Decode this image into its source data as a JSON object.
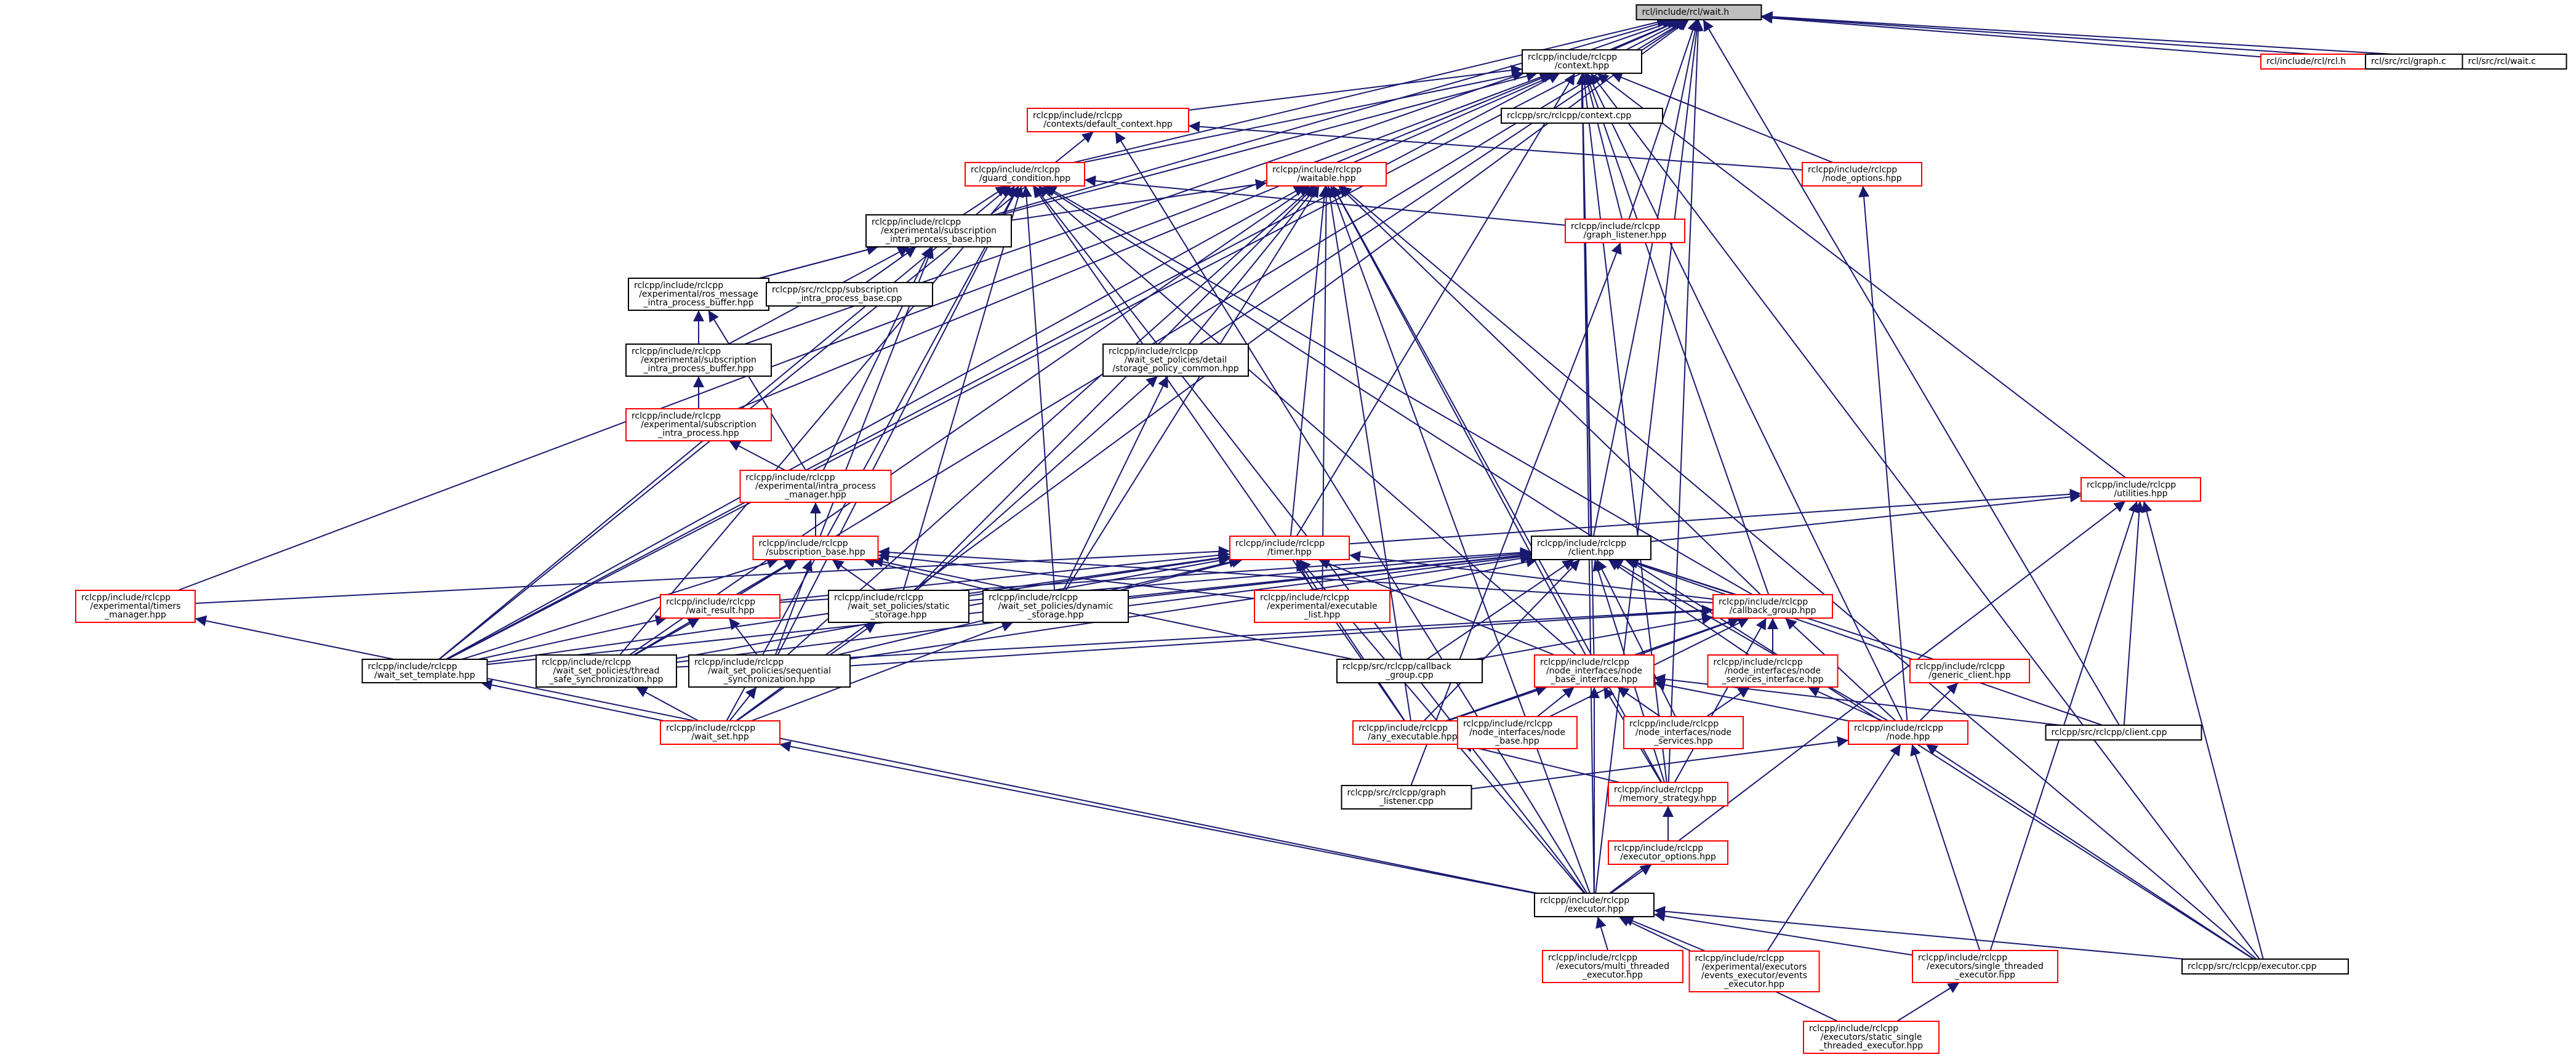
{
  "diagram": {
    "colors": {
      "edge": "#191970",
      "red_border": "#ff0000",
      "black_border": "#000000",
      "root_fill": "#bfbfbf"
    },
    "nodes": [
      {
        "id": "wait_h",
        "lines": [
          "rcl/include/rcl/wait.h"
        ],
        "style": "root"
      },
      {
        "id": "rcl_h",
        "lines": [
          "rcl/include/rcl/rcl.h"
        ],
        "style": "red"
      },
      {
        "id": "graph_c",
        "lines": [
          "rcl/src/rcl/graph.c"
        ],
        "style": "black"
      },
      {
        "id": "wait_c",
        "lines": [
          "rcl/src/rcl/wait.c"
        ],
        "style": "black"
      },
      {
        "id": "context_hpp",
        "lines": [
          "rclcpp/include/rclcpp",
          "/context.hpp"
        ],
        "style": "black"
      },
      {
        "id": "context_cpp",
        "lines": [
          "rclcpp/src/rclcpp/context.cpp"
        ],
        "style": "black"
      },
      {
        "id": "default_context",
        "lines": [
          "rclcpp/include/rclcpp",
          "/contexts/default_context.hpp"
        ],
        "style": "red"
      },
      {
        "id": "guard_condition",
        "lines": [
          "rclcpp/include/rclcpp",
          "/guard_condition.hpp"
        ],
        "style": "red"
      },
      {
        "id": "waitable",
        "lines": [
          "rclcpp/include/rclcpp",
          "/waitable.hpp"
        ],
        "style": "red"
      },
      {
        "id": "node_options",
        "lines": [
          "rclcpp/include/rclcpp",
          "/node_options.hpp"
        ],
        "style": "red"
      },
      {
        "id": "graph_listener_hpp",
        "lines": [
          "rclcpp/include/rclcpp",
          "/graph_listener.hpp"
        ],
        "style": "red"
      },
      {
        "id": "sub_intra_base",
        "lines": [
          "rclcpp/include/rclcpp",
          "/experimental/subscription",
          "_intra_process_base.hpp"
        ],
        "style": "black"
      },
      {
        "id": "ros_msg_buffer",
        "lines": [
          "rclcpp/include/rclcpp",
          "/experimental/ros_message",
          "_intra_process_buffer.hpp"
        ],
        "style": "black"
      },
      {
        "id": "sub_intra_base_cpp",
        "lines": [
          "rclcpp/src/rclcpp/subscription",
          "_intra_process_base.cpp"
        ],
        "style": "black"
      },
      {
        "id": "sub_intra_buffer",
        "lines": [
          "rclcpp/include/rclcpp",
          "/experimental/subscription",
          "_intra_process_buffer.hpp"
        ],
        "style": "black"
      },
      {
        "id": "storage_policy",
        "lines": [
          "rclcpp/include/rclcpp",
          "/wait_set_policies/detail",
          "/storage_policy_common.hpp"
        ],
        "style": "black"
      },
      {
        "id": "sub_intra",
        "lines": [
          "rclcpp/include/rclcpp",
          "/experimental/subscription",
          "_intra_process.hpp"
        ],
        "style": "red"
      },
      {
        "id": "intra_manager",
        "lines": [
          "rclcpp/include/rclcpp",
          "/experimental/intra_process",
          "_manager.hpp"
        ],
        "style": "red"
      },
      {
        "id": "utilities",
        "lines": [
          "rclcpp/include/rclcpp",
          "/utilities.hpp"
        ],
        "style": "red"
      },
      {
        "id": "subscription_base",
        "lines": [
          "rclcpp/include/rclcpp",
          "/subscription_base.hpp"
        ],
        "style": "red"
      },
      {
        "id": "timer",
        "lines": [
          "rclcpp/include/rclcpp",
          "/timer.hpp"
        ],
        "style": "red"
      },
      {
        "id": "client_hpp",
        "lines": [
          "rclcpp/include/rclcpp",
          "/client.hpp"
        ],
        "style": "black"
      },
      {
        "id": "timers_manager",
        "lines": [
          "rclcpp/include/rclcpp",
          "/experimental/timers",
          "_manager.hpp"
        ],
        "style": "red"
      },
      {
        "id": "wait_result",
        "lines": [
          "rclcpp/include/rclcpp",
          "/wait_result.hpp"
        ],
        "style": "red"
      },
      {
        "id": "static_storage",
        "lines": [
          "rclcpp/include/rclcpp",
          "/wait_set_policies/static",
          "_storage.hpp"
        ],
        "style": "black"
      },
      {
        "id": "dynamic_storage",
        "lines": [
          "rclcpp/include/rclcpp",
          "/wait_set_policies/dynamic",
          "_storage.hpp"
        ],
        "style": "black"
      },
      {
        "id": "exec_list",
        "lines": [
          "rclcpp/include/rclcpp",
          "/experimental/executable",
          "_list.hpp"
        ],
        "style": "red"
      },
      {
        "id": "callback_group_hpp",
        "lines": [
          "rclcpp/include/rclcpp",
          "/callback_group.hpp"
        ],
        "style": "red"
      },
      {
        "id": "wait_set_template",
        "lines": [
          "rclcpp/include/rclcpp",
          "/wait_set_template.hpp"
        ],
        "style": "black"
      },
      {
        "id": "thread_safe",
        "lines": [
          "rclcpp/include/rclcpp",
          "/wait_set_policies/thread",
          "_safe_synchronization.hpp"
        ],
        "style": "black"
      },
      {
        "id": "sequential",
        "lines": [
          "rclcpp/include/rclcpp",
          "/wait_set_policies/sequential",
          "_synchronization.hpp"
        ],
        "style": "black"
      },
      {
        "id": "callback_group_cpp",
        "lines": [
          "rclcpp/src/rclcpp/callback",
          "_group.cpp"
        ],
        "style": "black"
      },
      {
        "id": "node_base_if",
        "lines": [
          "rclcpp/include/rclcpp",
          "/node_interfaces/node",
          "_base_interface.hpp"
        ],
        "style": "red"
      },
      {
        "id": "node_services_if",
        "lines": [
          "rclcpp/include/rclcpp",
          "/node_interfaces/node",
          "_services_interface.hpp"
        ],
        "style": "red"
      },
      {
        "id": "generic_client",
        "lines": [
          "rclcpp/include/rclcpp",
          "/generic_client.hpp"
        ],
        "style": "red"
      },
      {
        "id": "wait_set",
        "lines": [
          "rclcpp/include/rclcpp",
          "/wait_set.hpp"
        ],
        "style": "red"
      },
      {
        "id": "any_executable",
        "lines": [
          "rclcpp/include/rclcpp",
          "/any_executable.hpp"
        ],
        "style": "red"
      },
      {
        "id": "node_base",
        "lines": [
          "rclcpp/include/rclcpp",
          "/node_interfaces/node",
          "_base.hpp"
        ],
        "style": "red"
      },
      {
        "id": "node_services",
        "lines": [
          "rclcpp/include/rclcpp",
          "/node_interfaces/node",
          "_services.hpp"
        ],
        "style": "red"
      },
      {
        "id": "node_hpp",
        "lines": [
          "rclcpp/include/rclcpp",
          "/node.hpp"
        ],
        "style": "red"
      },
      {
        "id": "client_cpp",
        "lines": [
          "rclcpp/src/rclcpp/client.cpp"
        ],
        "style": "black"
      },
      {
        "id": "graph_listener_cpp",
        "lines": [
          "rclcpp/src/rclcpp/graph",
          "_listener.cpp"
        ],
        "style": "black"
      },
      {
        "id": "memory_strategy",
        "lines": [
          "rclcpp/include/rclcpp",
          "/memory_strategy.hpp"
        ],
        "style": "red"
      },
      {
        "id": "executor_options",
        "lines": [
          "rclcpp/include/rclcpp",
          "/executor_options.hpp"
        ],
        "style": "red"
      },
      {
        "id": "executor_hpp",
        "lines": [
          "rclcpp/include/rclcpp",
          "/executor.hpp"
        ],
        "style": "black"
      },
      {
        "id": "multi_threaded",
        "lines": [
          "rclcpp/include/rclcpp",
          "/executors/multi_threaded",
          "_executor.hpp"
        ],
        "style": "red"
      },
      {
        "id": "events_executor",
        "lines": [
          "rclcpp/include/rclcpp",
          "/experimental/executors",
          "/events_executor/events",
          "_executor.hpp"
        ],
        "style": "red"
      },
      {
        "id": "single_threaded",
        "lines": [
          "rclcpp/include/rclcpp",
          "/executors/single_threaded",
          "_executor.hpp"
        ],
        "style": "red"
      },
      {
        "id": "executor_cpp",
        "lines": [
          "rclcpp/src/rclcpp/executor.cpp"
        ],
        "style": "black"
      },
      {
        "id": "static_single",
        "lines": [
          "rclcpp/include/rclcpp",
          "/executors/static_single",
          "_threaded_executor.hpp"
        ],
        "style": "red"
      }
    ],
    "edges": [
      [
        "wait_h",
        "rcl_h"
      ],
      [
        "wait_h",
        "graph_c"
      ],
      [
        "wait_h",
        "wait_c"
      ],
      [
        "wait_h",
        "context_hpp"
      ],
      [
        "wait_h",
        "guard_condition"
      ],
      [
        "wait_h",
        "waitable"
      ],
      [
        "wait_h",
        "graph_listener_hpp"
      ],
      [
        "wait_h",
        "sub_intra_base"
      ],
      [
        "wait_h",
        "sub_intra_buffer"
      ],
      [
        "wait_h",
        "storage_policy"
      ],
      [
        "wait_h",
        "wait_result"
      ],
      [
        "wait_h",
        "wait_set_template"
      ],
      [
        "wait_h",
        "wait_set"
      ],
      [
        "wait_h",
        "executor_hpp"
      ],
      [
        "wait_h",
        "client_hpp"
      ],
      [
        "wait_h",
        "client_cpp"
      ],
      [
        "wait_h",
        "memory_strategy"
      ],
      [
        "context_hpp",
        "context_cpp"
      ],
      [
        "context_hpp",
        "default_context"
      ],
      [
        "context_hpp",
        "guard_condition"
      ],
      [
        "context_hpp",
        "node_options"
      ],
      [
        "context_hpp",
        "graph_listener_hpp"
      ],
      [
        "context_hpp",
        "utilities"
      ],
      [
        "context_hpp",
        "timer"
      ],
      [
        "context_hpp",
        "client_hpp"
      ],
      [
        "context_hpp",
        "callback_group_hpp"
      ],
      [
        "context_hpp",
        "timers_manager"
      ],
      [
        "context_hpp",
        "wait_set_template"
      ],
      [
        "context_hpp",
        "ros_msg_buffer"
      ],
      [
        "context_hpp",
        "sub_intra"
      ],
      [
        "context_hpp",
        "node_hpp"
      ],
      [
        "context_hpp",
        "executor_hpp"
      ],
      [
        "context_hpp",
        "node_base_if"
      ],
      [
        "context_hpp",
        "memory_strategy"
      ],
      [
        "context_hpp",
        "executor_cpp"
      ],
      [
        "default_context",
        "executor_hpp"
      ],
      [
        "default_context",
        "node_options"
      ],
      [
        "default_context",
        "wait_set_template"
      ],
      [
        "guard_condition",
        "sub_intra_base"
      ],
      [
        "guard_condition",
        "wait_set_template"
      ],
      [
        "guard_condition",
        "thread_safe"
      ],
      [
        "guard_condition",
        "sequential"
      ],
      [
        "guard_condition",
        "static_storage"
      ],
      [
        "guard_condition",
        "dynamic_storage"
      ],
      [
        "guard_condition",
        "callback_group_hpp"
      ],
      [
        "guard_condition",
        "graph_listener_hpp"
      ],
      [
        "guard_condition",
        "node_base_if"
      ],
      [
        "guard_condition",
        "executor_hpp"
      ],
      [
        "guard_condition",
        "wait_set"
      ],
      [
        "guard_condition",
        "executor_cpp"
      ],
      [
        "guard_condition",
        "any_executable"
      ],
      [
        "waitable",
        "sub_intra_base"
      ],
      [
        "waitable",
        "storage_policy"
      ],
      [
        "waitable",
        "timer"
      ],
      [
        "waitable",
        "exec_list"
      ],
      [
        "waitable",
        "callback_group_hpp"
      ],
      [
        "waitable",
        "static_storage"
      ],
      [
        "waitable",
        "dynamic_storage"
      ],
      [
        "waitable",
        "wait_set_template"
      ],
      [
        "waitable",
        "thread_safe"
      ],
      [
        "waitable",
        "sequential"
      ],
      [
        "waitable",
        "any_executable"
      ],
      [
        "waitable",
        "executor_hpp"
      ],
      [
        "waitable",
        "memory_strategy"
      ],
      [
        "waitable",
        "node_base_if"
      ],
      [
        "waitable",
        "executor_cpp"
      ],
      [
        "node_options",
        "node_hpp"
      ],
      [
        "graph_listener_hpp",
        "graph_listener_cpp"
      ],
      [
        "sub_intra_base",
        "ros_msg_buffer"
      ],
      [
        "sub_intra_base",
        "sub_intra_base_cpp"
      ],
      [
        "sub_intra_base",
        "sub_intra_buffer"
      ],
      [
        "sub_intra_base",
        "intra_manager"
      ],
      [
        "sub_intra_base",
        "subscription_base"
      ],
      [
        "ros_msg_buffer",
        "sub_intra_buffer"
      ],
      [
        "ros_msg_buffer",
        "intra_manager"
      ],
      [
        "sub_intra_buffer",
        "sub_intra"
      ],
      [
        "sub_intra",
        "intra_manager"
      ],
      [
        "intra_manager",
        "subscription_base"
      ],
      [
        "storage_policy",
        "static_storage"
      ],
      [
        "storage_policy",
        "dynamic_storage"
      ],
      [
        "utilities",
        "client_hpp"
      ],
      [
        "utilities",
        "client_cpp"
      ],
      [
        "utilities",
        "executor_hpp"
      ],
      [
        "utilities",
        "executor_cpp"
      ],
      [
        "utilities",
        "single_threaded"
      ],
      [
        "utilities",
        "timer"
      ],
      [
        "subscription_base",
        "wait_result"
      ],
      [
        "subscription_base",
        "static_storage"
      ],
      [
        "subscription_base",
        "dynamic_storage"
      ],
      [
        "subscription_base",
        "wait_set_template"
      ],
      [
        "subscription_base",
        "thread_safe"
      ],
      [
        "subscription_base",
        "sequential"
      ],
      [
        "subscription_base",
        "exec_list"
      ],
      [
        "subscription_base",
        "callback_group_hpp"
      ],
      [
        "subscription_base",
        "callback_group_cpp"
      ],
      [
        "timer",
        "timers_manager"
      ],
      [
        "timer",
        "exec_list"
      ],
      [
        "timer",
        "callback_group_hpp"
      ],
      [
        "timer",
        "static_storage"
      ],
      [
        "timer",
        "dynamic_storage"
      ],
      [
        "timer",
        "wait_set_template"
      ],
      [
        "timer",
        "thread_safe"
      ],
      [
        "timer",
        "sequential"
      ],
      [
        "timer",
        "wait_result"
      ],
      [
        "timer",
        "any_executable"
      ],
      [
        "timer",
        "node_base_if"
      ],
      [
        "timer",
        "executor_hpp"
      ],
      [
        "client_hpp",
        "exec_list"
      ],
      [
        "client_hpp",
        "callback_group_hpp"
      ],
      [
        "client_hpp",
        "static_storage"
      ],
      [
        "client_hpp",
        "dynamic_storage"
      ],
      [
        "client_hpp",
        "wait_set_template"
      ],
      [
        "client_hpp",
        "thread_safe"
      ],
      [
        "client_hpp",
        "sequential"
      ],
      [
        "client_hpp",
        "generic_client"
      ],
      [
        "client_hpp",
        "client_cpp"
      ],
      [
        "client_hpp",
        "node_hpp"
      ],
      [
        "client_hpp",
        "node_services_if"
      ],
      [
        "client_hpp",
        "node_services"
      ],
      [
        "client_hpp",
        "any_executable"
      ],
      [
        "client_hpp",
        "callback_group_cpp"
      ],
      [
        "client_hpp",
        "wait_result"
      ],
      [
        "client_hpp",
        "memory_strategy"
      ],
      [
        "timers_manager",
        "executor_hpp"
      ],
      [
        "wait_result",
        "wait_set_template"
      ],
      [
        "wait_result",
        "sequential"
      ],
      [
        "wait_result",
        "thread_safe"
      ],
      [
        "static_storage",
        "wait_set"
      ],
      [
        "dynamic_storage",
        "wait_set"
      ],
      [
        "callback_group_hpp",
        "callback_group_cpp"
      ],
      [
        "callback_group_hpp",
        "node_base_if"
      ],
      [
        "callback_group_hpp",
        "node_services_if"
      ],
      [
        "callback_group_hpp",
        "any_executable"
      ],
      [
        "callback_group_hpp",
        "node_hpp"
      ],
      [
        "callback_group_hpp",
        "sequential"
      ],
      [
        "callback_group_hpp",
        "thread_safe"
      ],
      [
        "callback_group_hpp",
        "memory_strategy"
      ],
      [
        "callback_group_hpp",
        "node_base"
      ],
      [
        "wait_set_template",
        "wait_set"
      ],
      [
        "thread_safe",
        "wait_set"
      ],
      [
        "sequential",
        "wait_set"
      ],
      [
        "node_base_if",
        "any_executable"
      ],
      [
        "node_base_if",
        "node_base"
      ],
      [
        "node_base_if",
        "node_services"
      ],
      [
        "node_base_if",
        "node_hpp"
      ],
      [
        "node_base_if",
        "memory_strategy"
      ],
      [
        "node_base_if",
        "client_cpp"
      ],
      [
        "node_base_if",
        "executor_hpp"
      ],
      [
        "node_services_if",
        "node_services"
      ],
      [
        "node_services_if",
        "node_hpp"
      ],
      [
        "generic_client",
        "node_hpp"
      ],
      [
        "wait_set",
        "executor_hpp"
      ],
      [
        "any_executable",
        "memory_strategy"
      ],
      [
        "node_hpp",
        "graph_listener_cpp"
      ],
      [
        "node_hpp",
        "executor_cpp"
      ],
      [
        "node_hpp",
        "events_executor"
      ],
      [
        "node_hpp",
        "single_threaded"
      ],
      [
        "memory_strategy",
        "executor_options"
      ],
      [
        "executor_options",
        "executor_hpp"
      ],
      [
        "executor_hpp",
        "multi_threaded"
      ],
      [
        "executor_hpp",
        "events_executor"
      ],
      [
        "executor_hpp",
        "single_threaded"
      ],
      [
        "executor_hpp",
        "executor_cpp"
      ],
      [
        "executor_hpp",
        "static_single"
      ],
      [
        "single_threaded",
        "static_single"
      ]
    ]
  }
}
